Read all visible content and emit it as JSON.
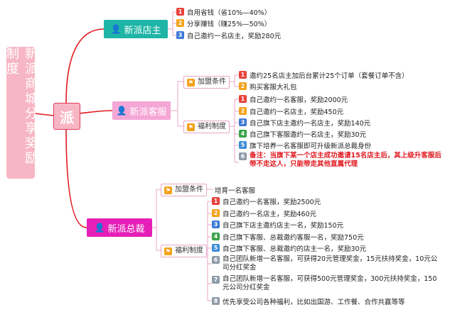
{
  "title": "新派商城分享奖励制度",
  "center": "派",
  "nodes": {
    "dianzhu": {
      "label": "新派店主",
      "items": [
        "自用省钱（省10%—40%）",
        "分享赚钱（赚25%—50%）",
        "自己邀约一名店主，奖励280元"
      ]
    },
    "kefu": {
      "label": "新派客服",
      "join": {
        "label": "加盟条件",
        "items": [
          "邀约25名店主加后台累计25个订单（套餐订单不含）",
          "购买客服大礼包"
        ]
      },
      "welfare": {
        "label": "福利制度",
        "items": [
          "自己邀约一名客服，奖励2000元",
          "自己邀约一名店主，奖励450元",
          "自己旗下店主邀约一名店主，奖励140元",
          "自己旗下客服邀约一名店主，奖励30元",
          "旗下培养一名客服即可升级新派总裁身份"
        ],
        "note": "备注：当旗下某一个店主成功邀请15名店主后，其上级升客服后带不走这人，只能带走其他直属代理"
      }
    },
    "zongcai": {
      "label": "新派总裁",
      "join": {
        "label": "加盟条件",
        "value": "培育一名客服"
      },
      "welfare": {
        "label": "福利制度",
        "items": [
          "自己邀约一名客服，奖励2500元",
          "自己邀约一名店主，奖励460元",
          "自己旗下店主邀约店主一名，奖励150元",
          "自己旗下客服、总裁邀约客服一名，奖励750元",
          "自己旗下客服、总裁邀约的店主一名，奖励30元",
          "自己团队新增一名客服，可获得20元管理奖金，15元扶持奖金，10元公司分红奖金",
          "自己团队新增一名客服，可获得500元管理奖金，300元扶持奖金，150元公司分红奖金",
          "优先享受公司各种福利，比如出国游、工作餐、合作共赢等等"
        ]
      }
    }
  },
  "colors": {
    "line": "#e0191f",
    "dianzhu": "#1fb5a6",
    "kefu": "#f4a6d6",
    "zongcai": "#e51fb7",
    "title_bg": "#f7b6c4"
  }
}
